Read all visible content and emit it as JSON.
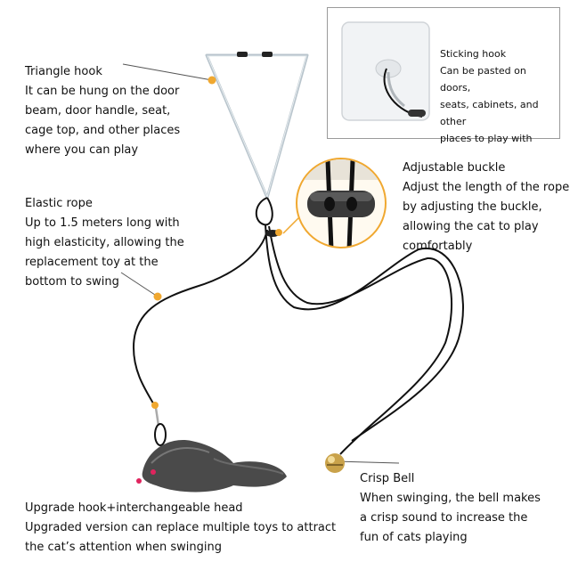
{
  "triangle_hook": {
    "title": "Triangle hook",
    "lines": [
      "It can be hung on the door",
      "beam, door handle, seat,",
      "cage top, and other places",
      "where you can play"
    ]
  },
  "sticking_hook": {
    "title": "Sticking hook",
    "lines": [
      "Can be pasted on doors,",
      "seats, cabinets, and other",
      "places to play with"
    ]
  },
  "adjustable_buckle": {
    "title": "Adjustable buckle",
    "lines": [
      "Adjust the length of the rope",
      "by adjusting the buckle,",
      "allowing the cat to play",
      "comfortably"
    ]
  },
  "elastic_rope": {
    "title": "Elastic rope",
    "lines": [
      "Up to 1.5 meters long with",
      "high elasticity, allowing the",
      "replacement toy at the",
      "bottom to swing"
    ]
  },
  "upgrade_hook": {
    "title": "Upgrade hook+interchangeable head",
    "lines": [
      "Upgraded version can replace multiple toys to attract",
      "the cat’s attention when swinging"
    ]
  },
  "crisp_bell": {
    "title": "Crisp Bell",
    "lines": [
      "When swinging, the bell makes",
      "a crisp sound to increase the",
      "fun of cats playing"
    ]
  },
  "colors": {
    "accent": "#f0a830",
    "rope": "#111111",
    "hook": "#b8c4cc",
    "fur": "#4a4a4a"
  }
}
